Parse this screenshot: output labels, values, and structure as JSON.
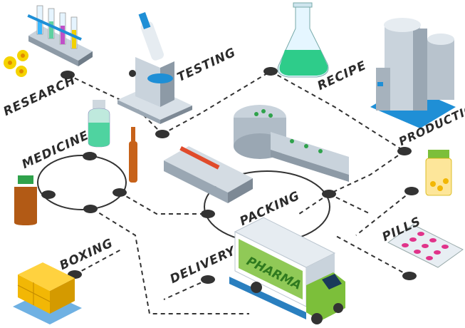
{
  "labels": {
    "research": "RESEARCH",
    "testing": "TESTING",
    "recipe": "RECIPE",
    "production": "PRODUCTION",
    "medicine": "MEDICINE",
    "packing": "PACKING",
    "pills": "PILLS",
    "boxing": "BOXING",
    "delivery": "DELIVERY",
    "truck_brand": "PHARMA"
  },
  "colors": {
    "line": "#333333",
    "node": "#333333",
    "machine": "#c9d3dc",
    "machine_dark": "#8d9aa6",
    "accent_blue": "#1f8fd6",
    "truck_green": "#7cbf3a",
    "pill_pink": "#e0338a",
    "box_yellow": "#f2b705",
    "liquid_green": "#5fd1a0"
  }
}
